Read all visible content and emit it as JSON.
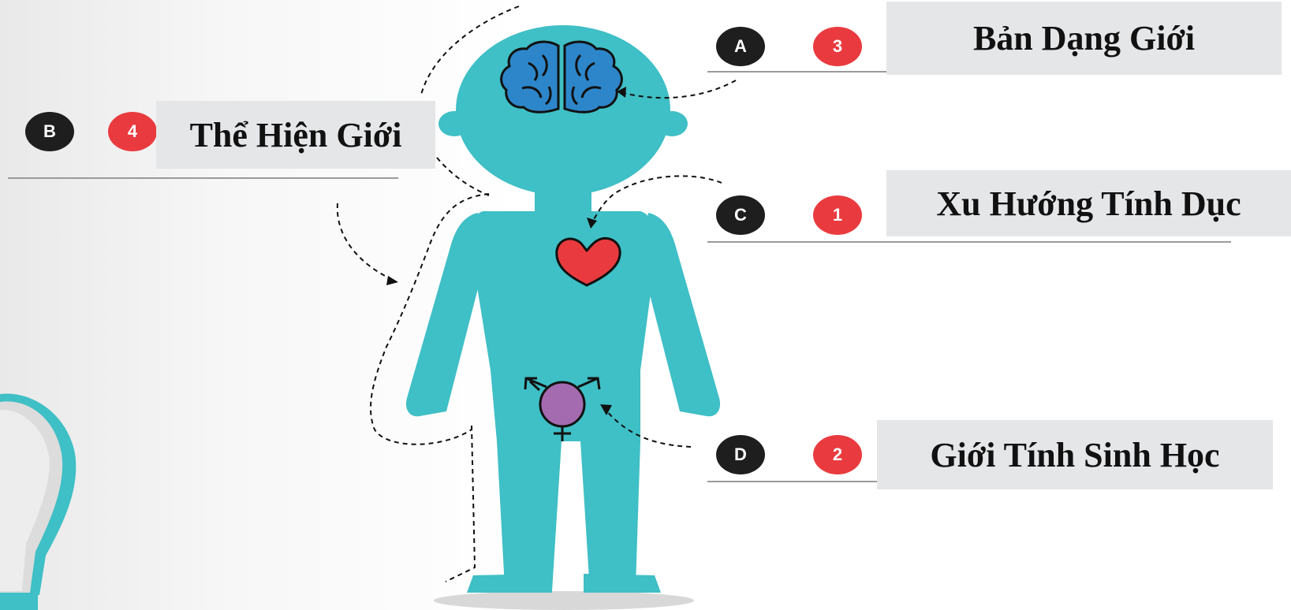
{
  "colors": {
    "figure": "#3fbfc6",
    "letter_badge": "#1e1e1e",
    "number_badge": "#e93b3f",
    "label_bg": "#e5e6e8",
    "brain": "#2d86c9",
    "heart": "#e93b3f",
    "gender_symbol": "#a56bb0"
  },
  "figure": {
    "icons": [
      "brain-icon",
      "heart-icon",
      "transgender-symbol-icon",
      "lightbulb-icon"
    ]
  },
  "callouts": {
    "a": {
      "letter": "A",
      "number": "3",
      "label": "Bản Dạng Giới"
    },
    "b": {
      "letter": "B",
      "number": "4",
      "label": "Thể Hiện Giới"
    },
    "c": {
      "letter": "C",
      "number": "1",
      "label": "Xu Hướng Tính Dục"
    },
    "d": {
      "letter": "D",
      "number": "2",
      "label": "Giới Tính Sinh Học"
    }
  }
}
